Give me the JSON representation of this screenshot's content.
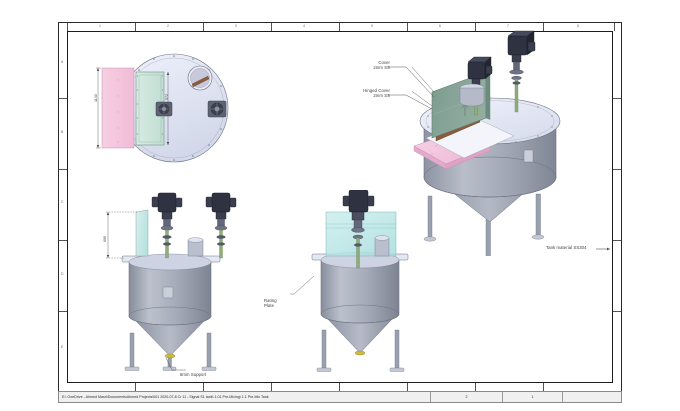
{
  "document": {
    "sheet_background": "#ffffff",
    "border_color": "#1d1d1d",
    "zone_columns": [
      "1",
      "2",
      "3",
      "4",
      "5",
      "6",
      "7",
      "8"
    ],
    "zone_rows": [
      "A",
      "B",
      "C",
      "D",
      "E"
    ]
  },
  "annotations": {
    "cover": {
      "line1": "Cover",
      "line2": "2mm SS"
    },
    "hinged_cover": {
      "line1": "Hinged Cover",
      "line2": "2mm SS"
    },
    "tank_material": {
      "text": "Tank material SS304"
    },
    "support": {
      "text": "6mm Support"
    },
    "rating_plate": {
      "line1": "Rating",
      "line2": "Plate"
    }
  },
  "dimensions": {
    "top_view_width": "1140",
    "top_view_height": "572",
    "front_view_height": "690"
  },
  "views": {
    "top": {
      "name": "top-view"
    },
    "isometric": {
      "name": "isometric-view"
    },
    "front": {
      "name": "front-elevation-view"
    },
    "side": {
      "name": "side-elevation-view"
    }
  },
  "colors": {
    "tank_body": "#a8acb8",
    "tank_top": "#dfe3f0",
    "cover_green": "#7f9e92",
    "plate_pink": "#f5c6dd",
    "glass_cyan": "#bfeaea",
    "motor_dark": "#2f3240",
    "shaft_green": "#8fad7a",
    "rust_brown": "#8a5a3c",
    "accent_yellow": "#c9b83a"
  },
  "statusbar": {
    "path": "E:\\ OneDrive - Ahmed Masri\\Documents\\Ahmed Projects\\001 2020-07-8 Cr 11 - Signal S1 tank\\ 1.01 Pre-Mixing\\ 1.1 Pre-Mix Tank",
    "cell_a": "2",
    "cell_b": "1",
    "cell_c": ""
  }
}
